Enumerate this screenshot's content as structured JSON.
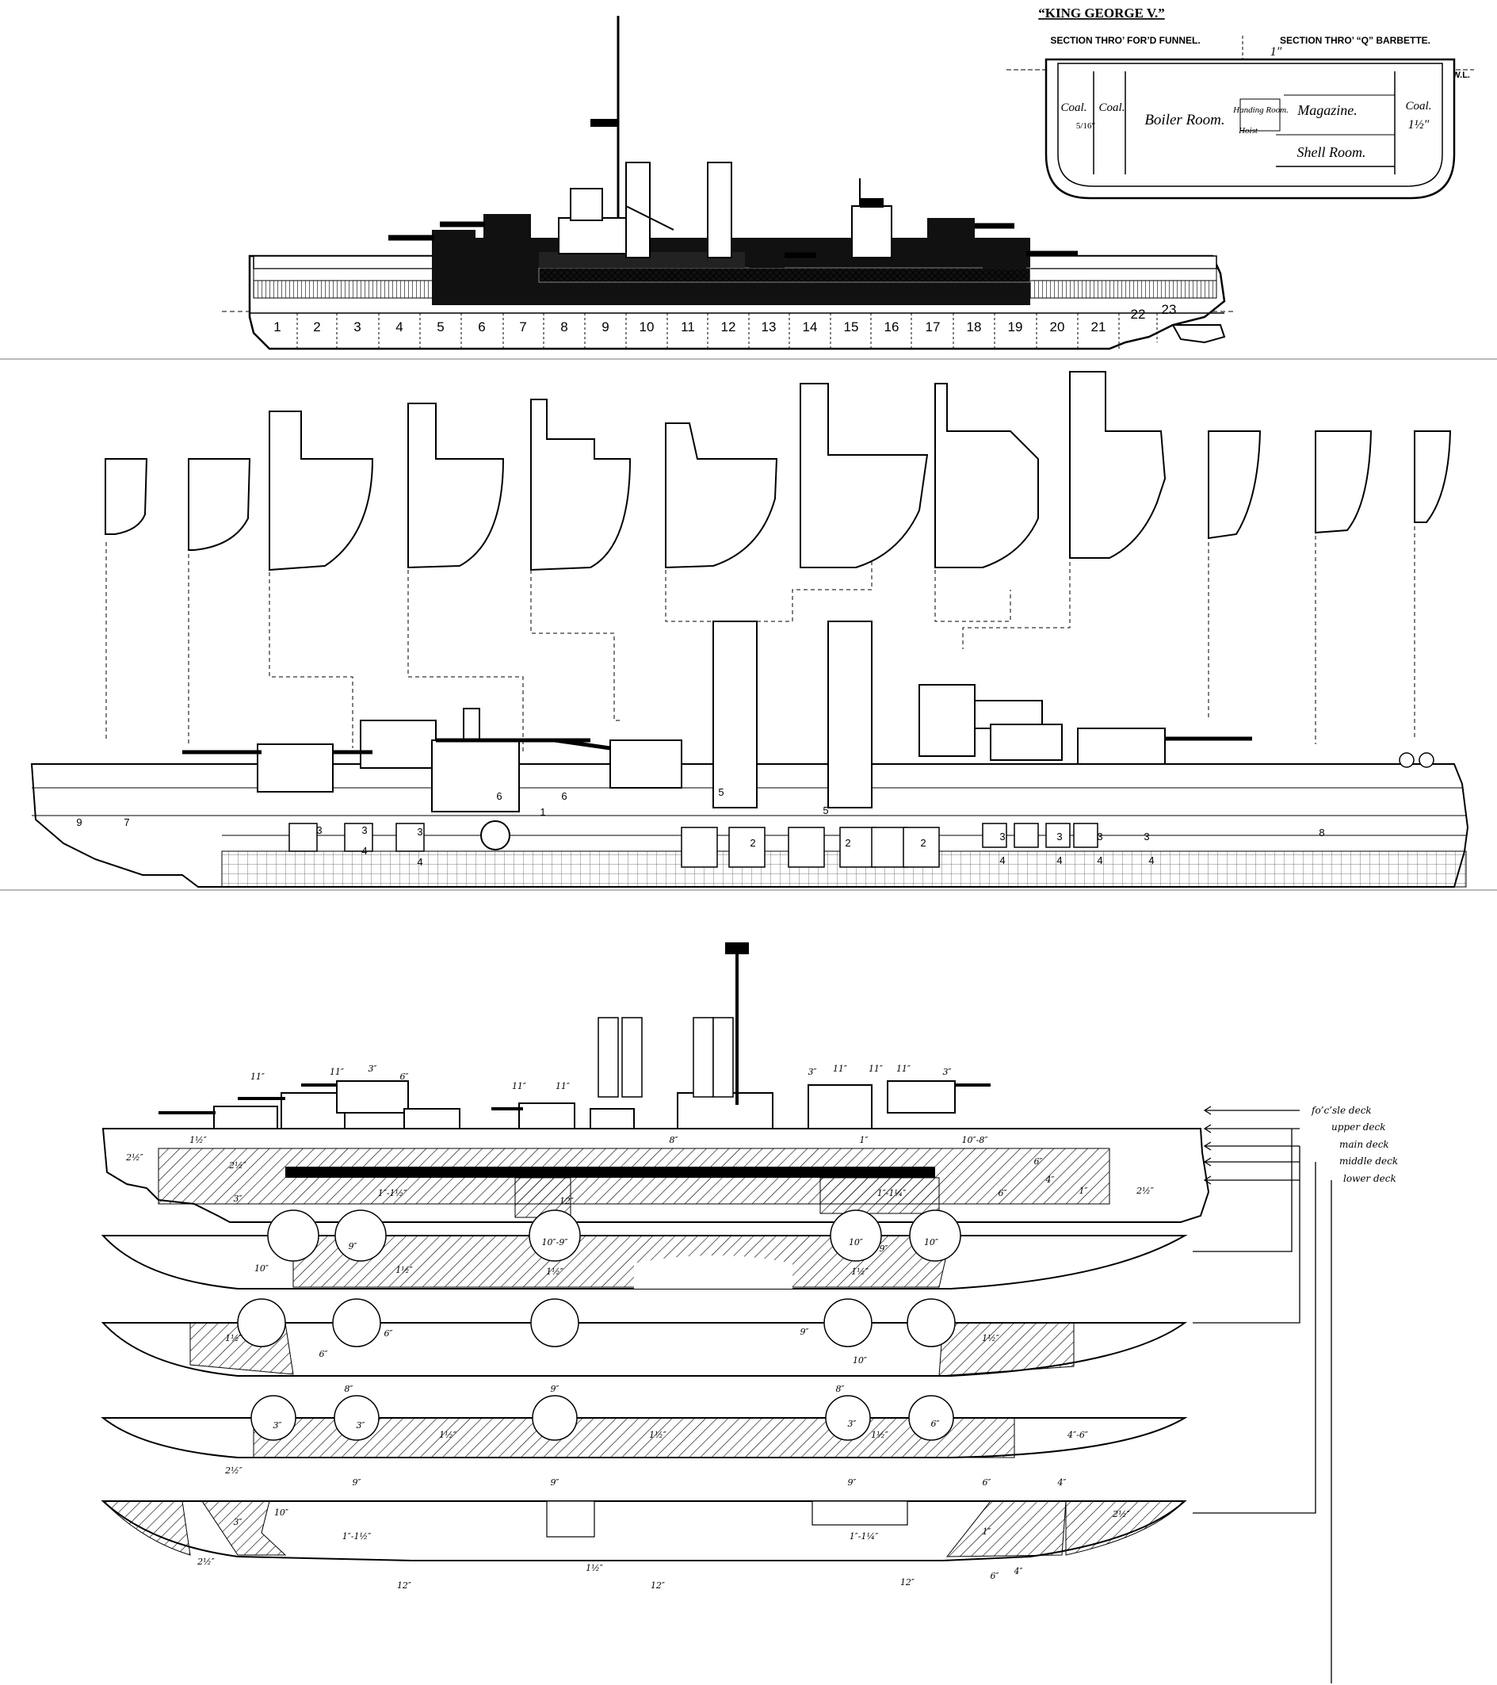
{
  "top_panel": {
    "title": "“KING GEORGE V.”",
    "section_forward_label": "SECTION THRO’ FOR’D FUNNEL.",
    "section_barbette_label": "SECTION THRO’ “Q” BARBETTE.",
    "lwl_label": "L.W.L.",
    "compartments": {
      "coal_outer_left": "Coal.",
      "coal_inner_left": "Coal.",
      "boiler_room": "Boiler Room.",
      "handing_room": "Handing Room.",
      "hoist": "Hoist",
      "magazine": "Magazine.",
      "shell_room": "Shell Room.",
      "coal_right": "Coal."
    },
    "thickness_labels": {
      "top_deck": "1″",
      "bulkhead": "5/16″",
      "side": "1½″"
    },
    "frame_numbers": [
      "1",
      "2",
      "3",
      "4",
      "5",
      "6",
      "7",
      "8",
      "9",
      "10",
      "11",
      "12",
      "13",
      "14",
      "15",
      "16",
      "17",
      "18",
      "19",
      "20",
      "21",
      "22",
      "23"
    ]
  },
  "middle_panel": {
    "callouts": [
      {
        "id": "c9",
        "text": "9"
      },
      {
        "id": "c7",
        "text": "7"
      },
      {
        "id": "c3a",
        "text": "3"
      },
      {
        "id": "c3b",
        "text": "3"
      },
      {
        "id": "c3c",
        "text": "3"
      },
      {
        "id": "c4a",
        "text": "4"
      },
      {
        "id": "c4b",
        "text": "4"
      },
      {
        "id": "c6a",
        "text": "6"
      },
      {
        "id": "c1",
        "text": "1"
      },
      {
        "id": "c6b",
        "text": "6"
      },
      {
        "id": "c5a",
        "text": "5"
      },
      {
        "id": "c5b",
        "text": "5"
      },
      {
        "id": "c2a",
        "text": "2"
      },
      {
        "id": "c2b",
        "text": "2"
      },
      {
        "id": "c2c",
        "text": "2"
      },
      {
        "id": "c3d",
        "text": "3"
      },
      {
        "id": "c3e",
        "text": "3"
      },
      {
        "id": "c3f",
        "text": "3"
      },
      {
        "id": "c3g",
        "text": "3"
      },
      {
        "id": "c4c",
        "text": "4"
      },
      {
        "id": "c4d",
        "text": "4"
      },
      {
        "id": "c4e",
        "text": "4"
      },
      {
        "id": "c4f",
        "text": "4"
      },
      {
        "id": "c8",
        "text": "8"
      }
    ]
  },
  "bottom_panel": {
    "deck_labels": [
      "fo’c’sle deck",
      "upper deck",
      "main deck",
      "middle deck",
      "lower deck"
    ],
    "profile_labels": [
      "11″",
      "11″",
      "3″",
      "6″",
      "11″",
      "11″",
      "3″",
      "11″",
      "11″",
      "11″",
      "3″",
      "1½″",
      "2½″",
      "2½″",
      "3″",
      "12″",
      "8″",
      "1″",
      "1″-1½″",
      "1″-1¼″",
      "10″-8″",
      "6″",
      "2½″",
      "1″",
      "6″",
      "4″"
    ],
    "plan1_labels": [
      "10″",
      "9″",
      "1½″",
      "1½″",
      "1½″",
      "10″-9″",
      "10″",
      "9″",
      "10″"
    ],
    "plan2_labels": [
      "1½″",
      "6″",
      "6″",
      "9″",
      "10″",
      "1½″",
      "8″",
      "9″",
      "8″"
    ],
    "plan3_labels": [
      "3″",
      "3″",
      "1½″",
      "1½″",
      "1½″",
      "3″",
      "6″",
      "4″-6″",
      "2½″",
      "9″",
      "9″",
      "9″",
      "6″",
      "4″"
    ],
    "plan4_labels": [
      "10″",
      "3″",
      "2½″",
      "1″-1½″",
      "1½″",
      "1″-1¼″",
      "1″",
      "2½″",
      "12″",
      "12″",
      "12″",
      "6″",
      "4″"
    ]
  }
}
